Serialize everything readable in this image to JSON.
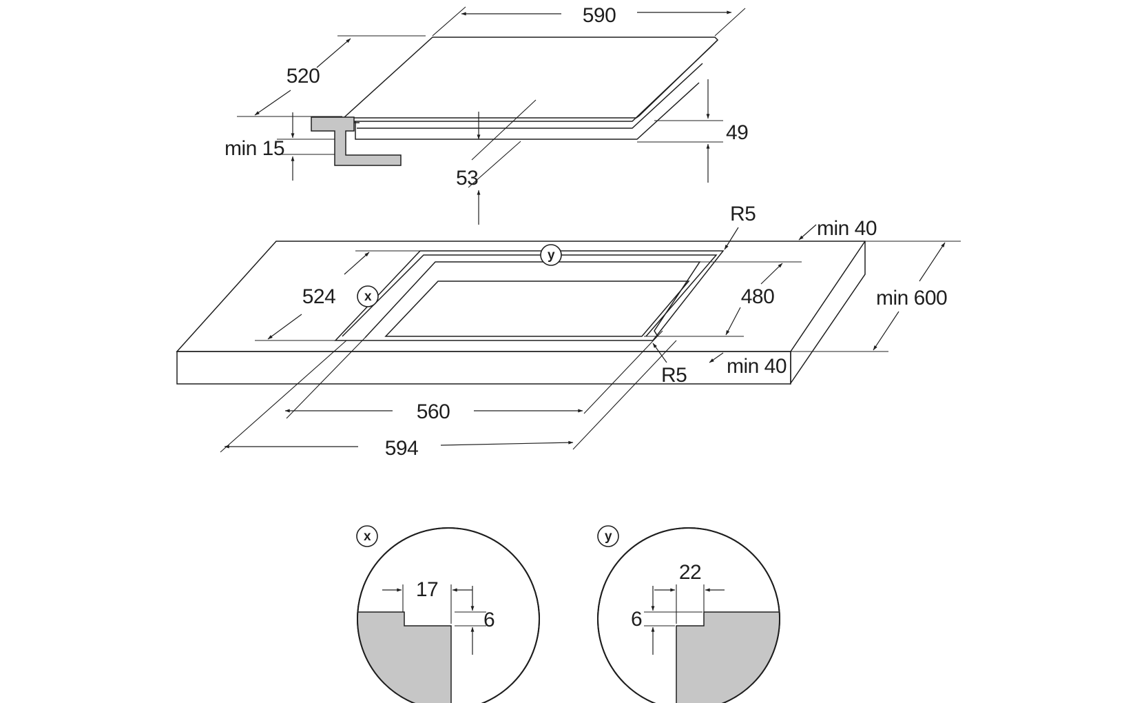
{
  "dimensions": {
    "hob_width": "590",
    "hob_depth": "520",
    "hob_height": "49",
    "clearance_below": "53",
    "support_min": "min 15",
    "corner_radius_top": "R5",
    "corner_radius_bottom": "R5",
    "cutout_depth_outer": "524",
    "cutout_depth_inner": "480",
    "edge_clearance_back": "min 40",
    "edge_clearance_front": "min 40",
    "worktop_depth": "min 600",
    "cutout_width_inner": "560",
    "cutout_width_outer": "594"
  },
  "markers": {
    "x": "x",
    "y": "y"
  },
  "detail_x": {
    "marker": "x",
    "step_width": "17",
    "step_depth": "6"
  },
  "detail_y": {
    "marker": "y",
    "step_width": "22",
    "step_depth": "6"
  },
  "colors": {
    "line": "#1e1e1e",
    "fill": "#c6c6c6",
    "background": "#ffffff"
  }
}
